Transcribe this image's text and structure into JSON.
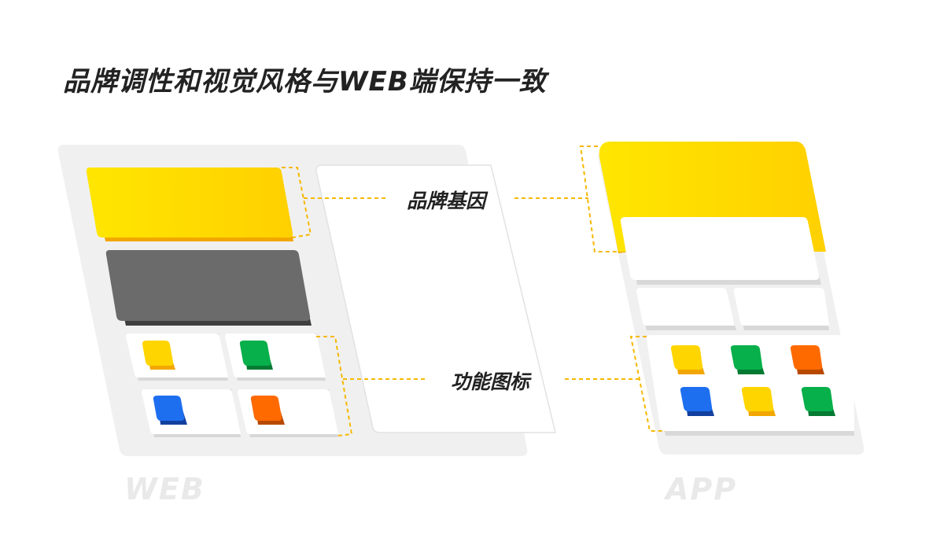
{
  "title": "品牌调性和视觉风格与WEB端保持一致",
  "callouts": {
    "brand": "品牌基因",
    "icons": "功能图标"
  },
  "platforms": {
    "web": "WEB",
    "app": "APP"
  },
  "colors": {
    "yellow": "#FFD500",
    "yellow_light": "#FFE600",
    "yellow_shadow": "#F2A700",
    "dark_panel": "#6B6B6B",
    "dark_panel_shadow": "#3E3E3E",
    "green": "#07B04A",
    "blue": "#1E6FF0",
    "orange": "#FF6A00",
    "frame_gray": "#F0F0F0",
    "dash": "#F5B800"
  }
}
